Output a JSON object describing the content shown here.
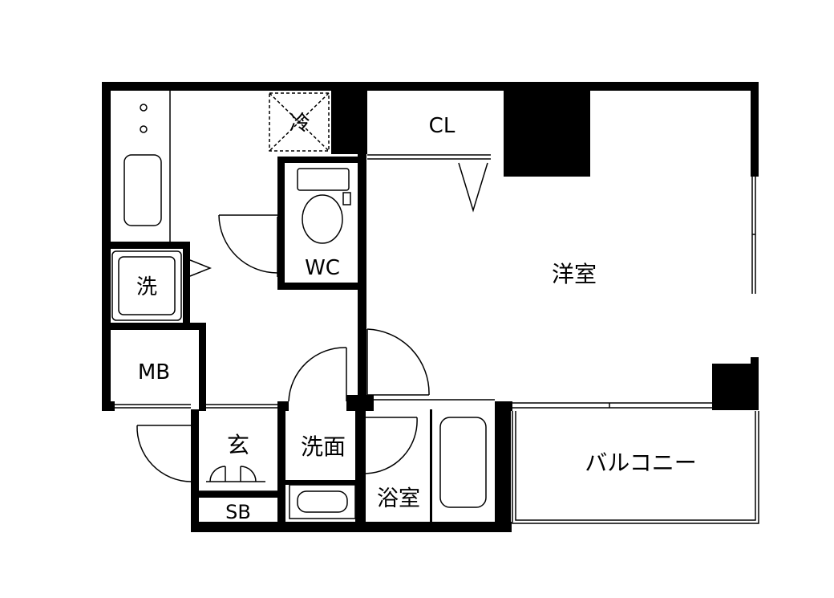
{
  "rooms": {
    "refrigerator": "冷",
    "closet": "CL",
    "toilet": "WC",
    "western_room": "洋室",
    "washer": "洗",
    "meter_box": "MB",
    "entrance": "玄",
    "shoe_box": "SB",
    "washroom": "洗面",
    "bathroom": "浴室",
    "balcony": "バルコニー"
  },
  "colors": {
    "wall": "#000000",
    "background": "#ffffff"
  }
}
